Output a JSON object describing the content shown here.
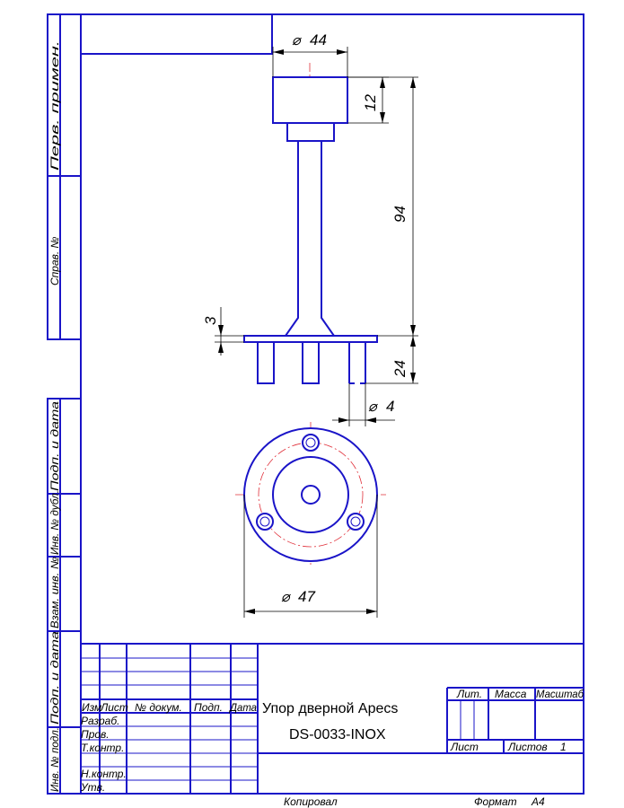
{
  "dimensions": {
    "top_diameter": "44",
    "cap_height": "12",
    "stem_length": "94",
    "plate_thickness": "3",
    "pin_length": "24",
    "pin_diameter": "4",
    "base_diameter": "47",
    "diameter_symbol": "⌀"
  },
  "side_stamps": {
    "perv_primen": "Перв. примен.",
    "sprav_no": "Справ. №",
    "podp_data_top": "Подп. и дата",
    "inv_dubl": "Инв. № дубл.",
    "vzam_inv": "Взам. инв. №",
    "podp_data_bottom": "Подп. и дата",
    "inv_podl": "Инв. № подл."
  },
  "title_block": {
    "col_izm": "Изм",
    "col_list": "Лист",
    "col_doc": "№ докум.",
    "col_podp": "Подп.",
    "col_data": "Дата",
    "row_razrab": "Разраб.",
    "row_prov": "Пров.",
    "row_tkontr": "Т.контр.",
    "row_nkontr": "Н.контр.",
    "row_utv": "Утв.",
    "part_name": "Упор дверной Apecs",
    "part_code": "DS-0033-INOX",
    "lit": "Лит.",
    "massa": "Масса",
    "masshtab": "Масштаб",
    "list": "Лист",
    "listov": "Листов",
    "listov_value": "1"
  },
  "footer": {
    "kopiroval": "Копировал",
    "format_label": "Формат",
    "format_value": "А4"
  },
  "colors": {
    "frame": "#1a14c8",
    "axis": "#e0303a",
    "dimension": "#000000"
  }
}
